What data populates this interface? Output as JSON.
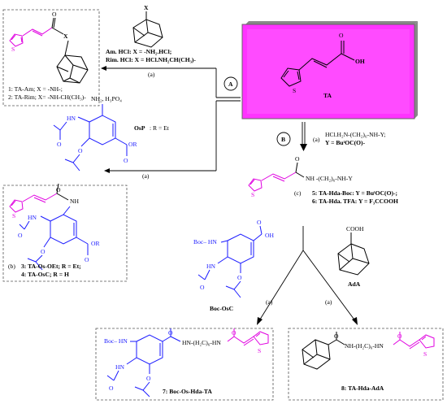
{
  "top_left": {
    "reagent_am": "Am. HCl:  X = -NH₂.HCl;",
    "reagent_rim": "Rim. HCl: X = HCl.NH₂CH(CH₃)-",
    "x_label": "X",
    "step_a": "(a)",
    "product_1": "1: TA-Am; X = -NH-;",
    "product_2": "2: TA-Rim; X= -NH-CH(CH₃)-",
    "atom_o": "O",
    "atom_s": "S",
    "atom_x": "X"
  },
  "center": {
    "ta_label": "TA",
    "oh_label": "OH",
    "o_label": "O",
    "s_label": "S",
    "circle_a": "A",
    "circle_b": "B"
  },
  "osp": {
    "salt": "NH₂, H₃PO₄",
    "label": "OsP",
    "r_def": ": R = Et",
    "step_a": "(a)",
    "atom_or": "OR",
    "atom_o1": "O",
    "atom_o2": "O",
    "atom_hn": "HN",
    "atom_o3": "O"
  },
  "route_b": {
    "step_a": "(a)",
    "reagent_line1": "HCl.H₂N-(CH₂)₆-NH-Y;",
    "reagent_line2": "Y = BuᵗOC(O)-",
    "step_c": "(c)",
    "chain": "NH -(CH₂)₆-NH-Y",
    "product_5": "5: TA-Hda-Boc: Y = BuᵗOC(O)-;",
    "product_6": "6: TA-Hda. TFA: Y = F₃CCOOH",
    "atom_o": "O",
    "atom_s": "S"
  },
  "mid_left": {
    "step_b": "(b)",
    "product_3": "3: TA-Os-OEt; R = Et;",
    "product_4": "4: TA-OsC; R = H",
    "atom_nh": "NH",
    "atom_hn": "HN",
    "atom_or": "OR",
    "atom_o1": "O",
    "atom_o2": "O",
    "atom_o3": "O",
    "atom_o4": "O",
    "atom_s": "S"
  },
  "boc_osc": {
    "label": "Boc-OsC",
    "boc_hn": "Boc– HN",
    "atom_oh": "OH",
    "atom_o": "O",
    "atom_hn": "HN",
    "atom_o2": "O",
    "atom_o3": "O"
  },
  "ada": {
    "label": "AdA",
    "cooh": "COOH"
  },
  "bottom": {
    "step_a_left": "(a)",
    "step_a_right": "(a)",
    "product_7": "7: Boc-Os-Hda-TA",
    "product_8": "8: TA-Hda-AdA",
    "chain7": "HN-(H₂C)₆-HN",
    "chain8": "NH-(H₂C)₆-HN",
    "boc_hn": "Boc– HN",
    "atom_o_a": "O",
    "atom_o_b": "O",
    "atom_hn": "HN",
    "atom_o_c": "O",
    "atom_o_d": "O",
    "atom_s7": "S",
    "atom_o8a": "O",
    "atom_o8b": "O",
    "atom_s8": "S"
  },
  "colors": {
    "thiophene": "#e000e0",
    "oseltamivir": "#1a1aff",
    "ta_box_fill": "#ff33ff",
    "ta_box_border": "#666666"
  }
}
